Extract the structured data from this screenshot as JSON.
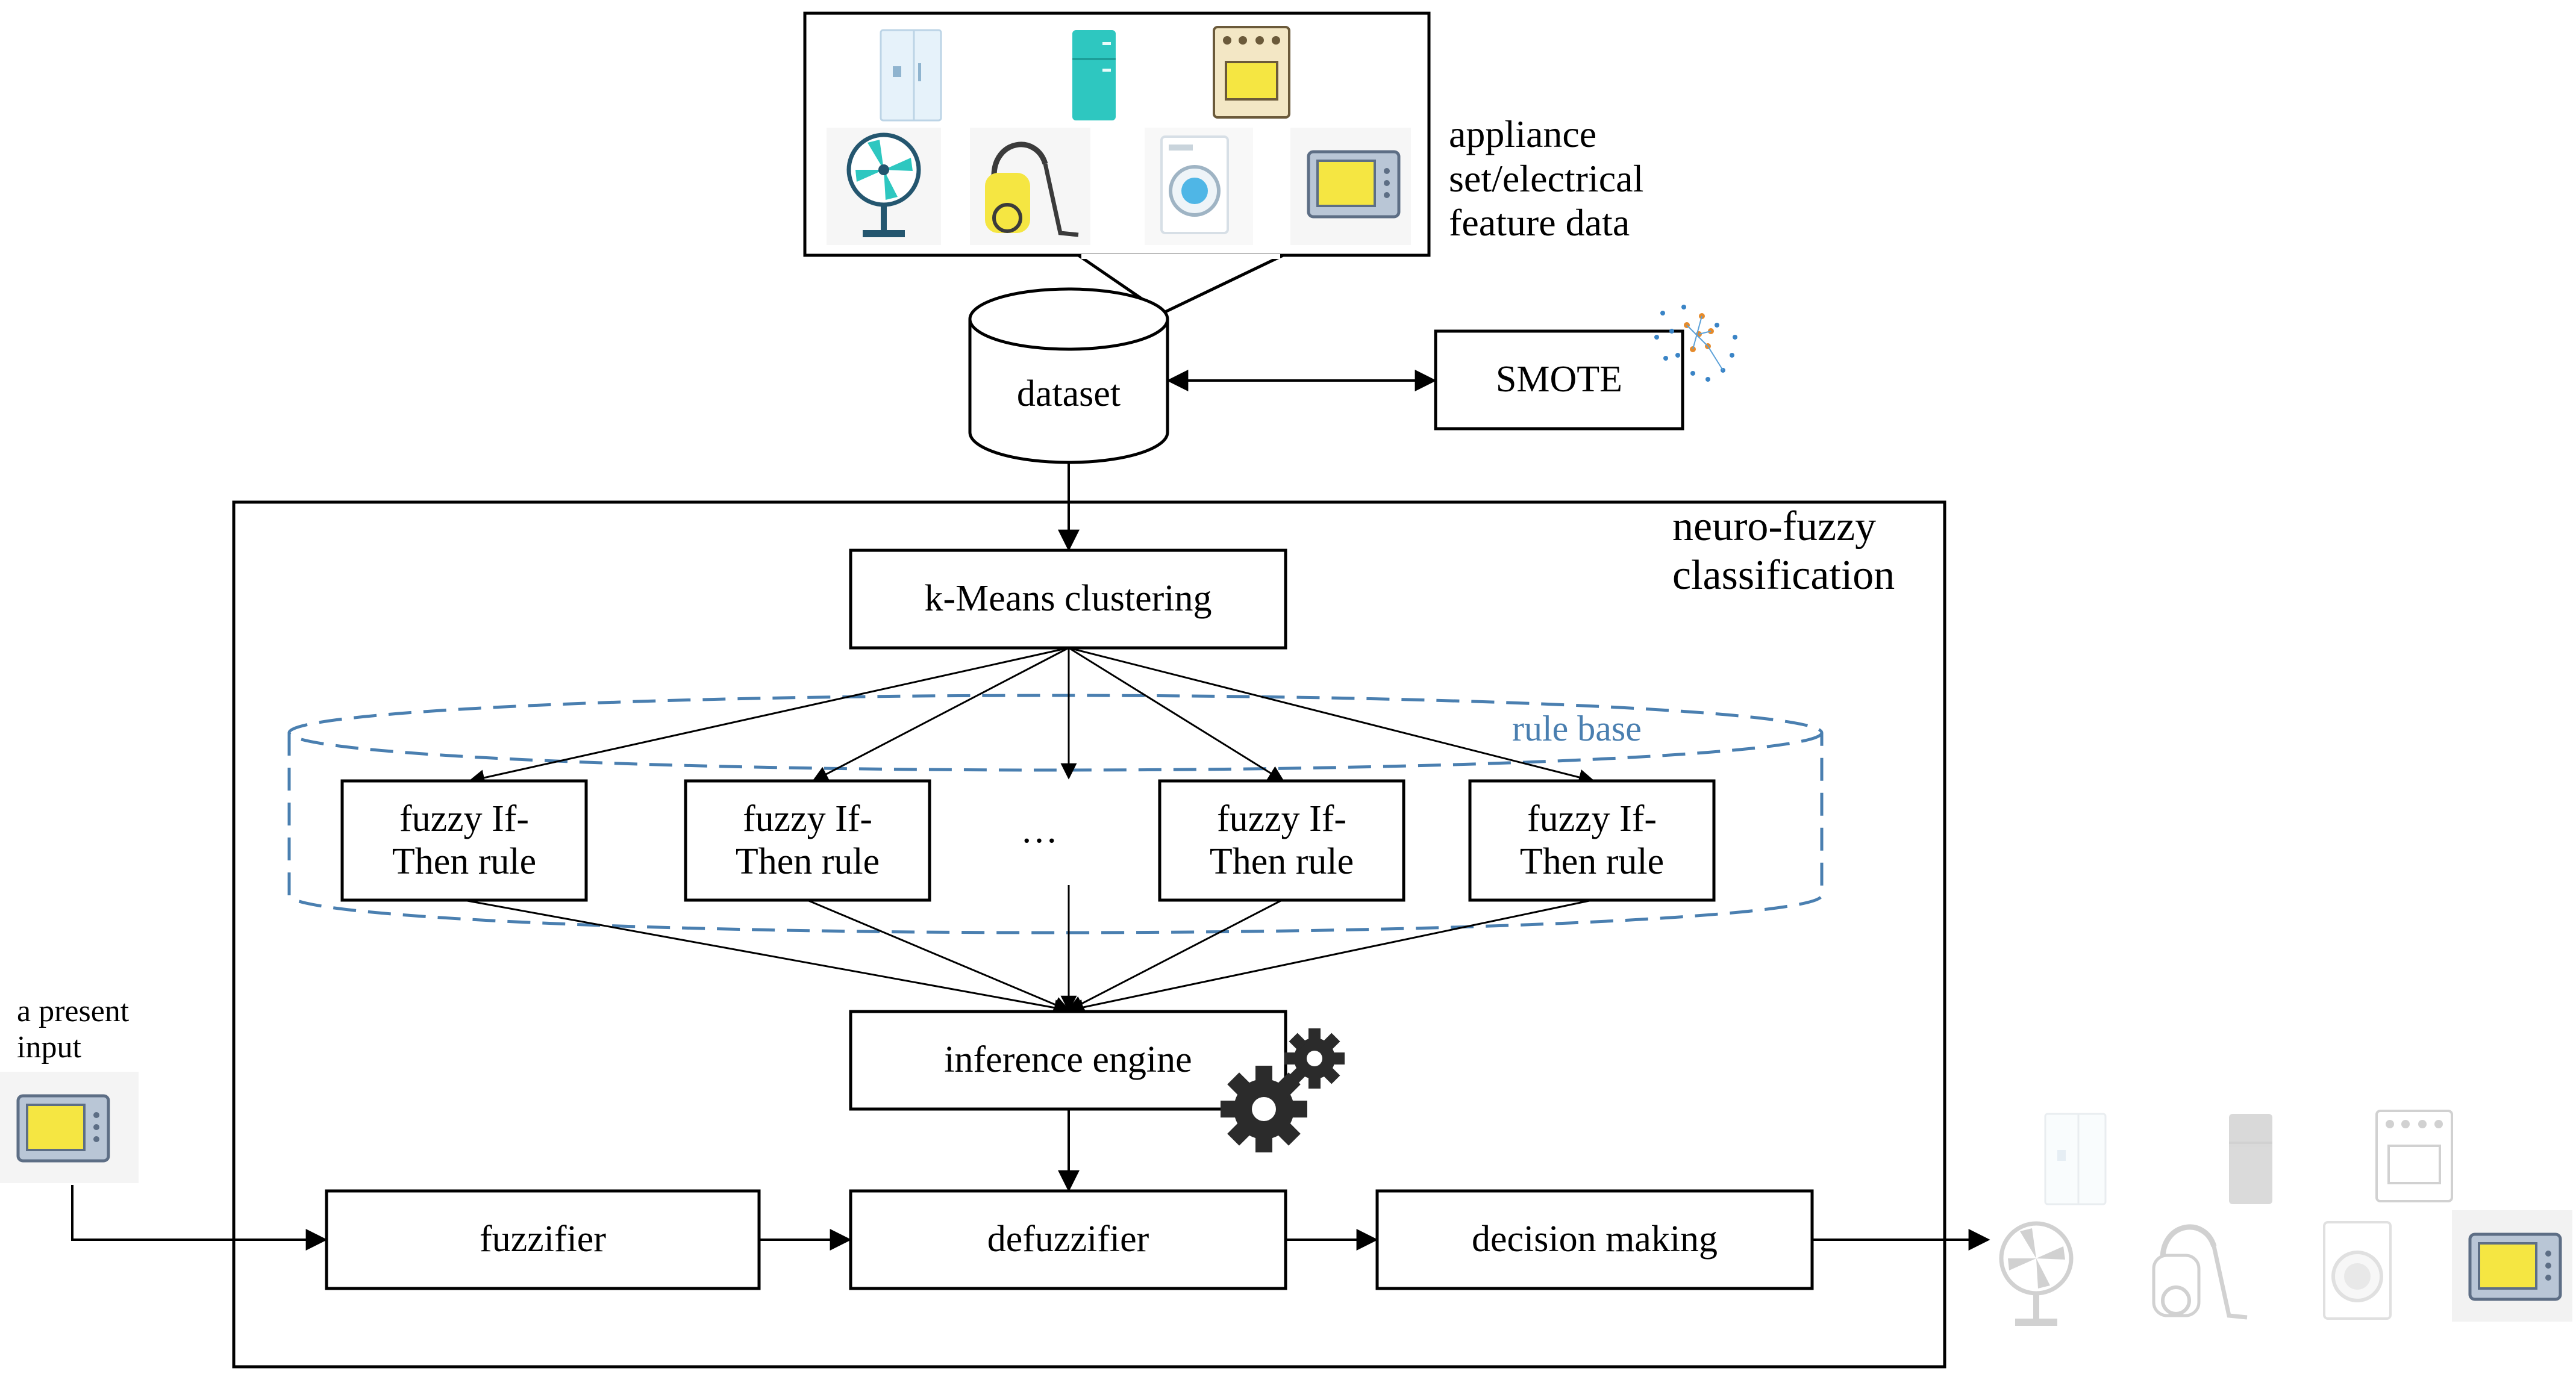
{
  "colors": {
    "line": "#000000",
    "rule_base": "#4a7fb0",
    "appliance_accent": "#f5e642",
    "appliance_teal": "#2ec7c0"
  },
  "appliances": {
    "caption": "appliance\nset/electrical\nfeature data",
    "icons": [
      "fridge-icon",
      "mini-fridge-icon",
      "oven-icon",
      "fan-icon",
      "vacuum-icon",
      "washing-machine-icon",
      "microwave-icon"
    ]
  },
  "dataset": {
    "label": "dataset"
  },
  "smote": {
    "label": "SMOTE"
  },
  "classifier": {
    "title": "neuro-fuzzy\nclassification",
    "kmeans_label": "k-Means clustering",
    "rule_base_label": "rule base",
    "rules": [
      "fuzzy If-\nThen rule",
      "fuzzy If-\nThen rule",
      "fuzzy If-\nThen rule",
      "fuzzy If-\nThen rule"
    ],
    "ellipsis": "…",
    "inference_label": "inference engine",
    "fuzzifier_label": "fuzzifier",
    "defuzzifier_label": "defuzzifier",
    "decision_label": "decision making"
  },
  "input": {
    "caption": "a present\ninput"
  }
}
